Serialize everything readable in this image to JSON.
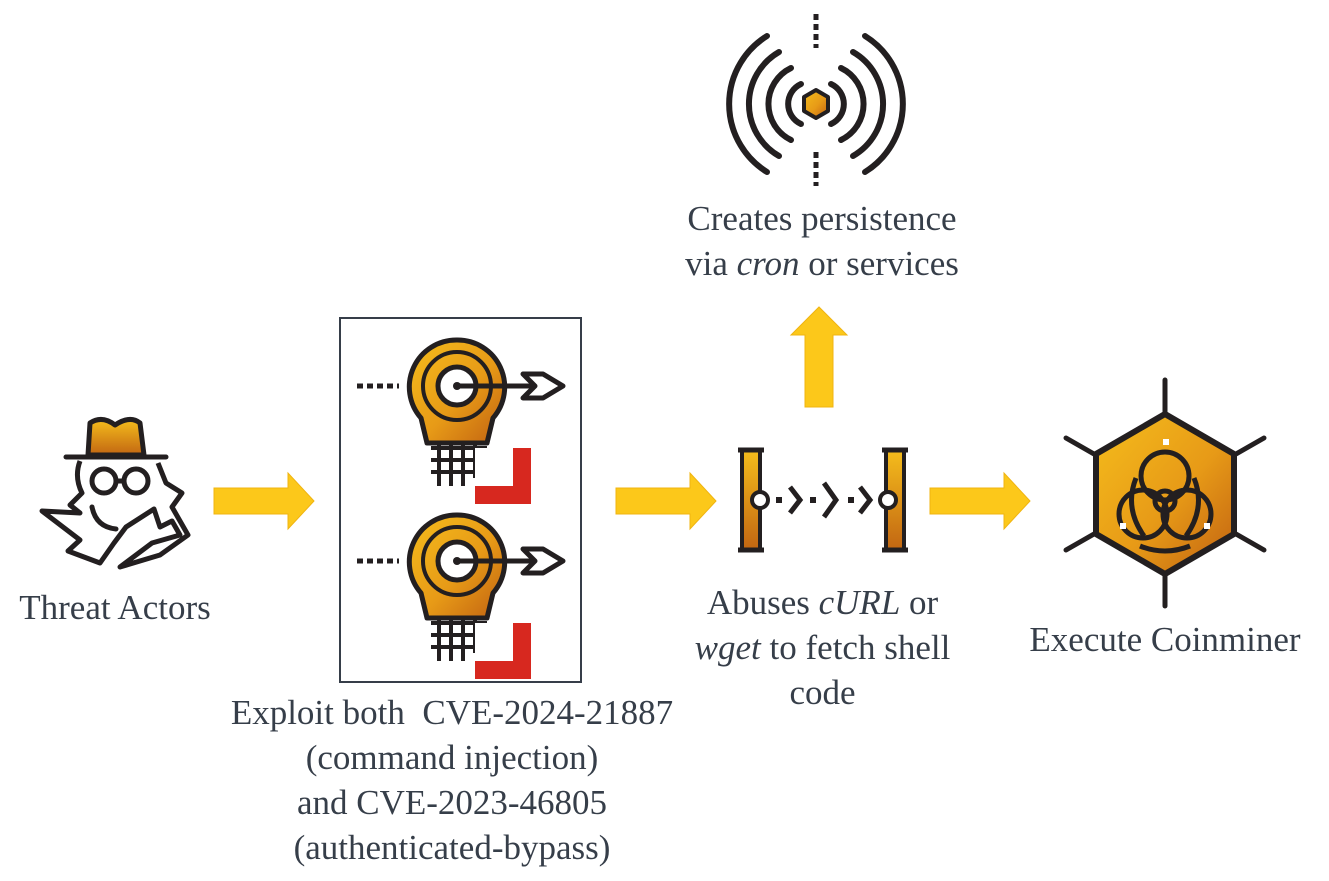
{
  "colors": {
    "arrow": "#fcc81a",
    "icon_stroke": "#231f20",
    "gradient_light": "#f2b51b",
    "gradient_dark": "#c76c12",
    "accent_red": "#d7281f",
    "text": "#363e49"
  },
  "icons": {
    "threat_actor": "spy-hat-glasses-icon",
    "exploit": "target-arrow-bulb-icon",
    "fetch": "data-transfer-icon",
    "persistence": "broadcast-signal-icon",
    "coinminer": "biohazard-hexagon-icon"
  },
  "steps": {
    "threat_actors": "Threat Actors",
    "exploit": {
      "line1_pre": "Exploit both  ",
      "cve1": "CVE-2024-21887",
      "line2": "(command injection)",
      "line3_pre": "and ",
      "cve2": "CVE-2023-46805",
      "line4": "(authenticated-bypass)"
    },
    "fetch": {
      "line1_pre": "Abuses ",
      "tool1": "cURL",
      "line1_post": " or",
      "tool2": "wget",
      "line2_post": " to fetch shell",
      "line3": "code"
    },
    "persistence": {
      "line1": "Creates persistence",
      "line2_pre": "via ",
      "method": "cron",
      "line2_post": " or services"
    },
    "coinminer": "Execute Coinminer"
  }
}
